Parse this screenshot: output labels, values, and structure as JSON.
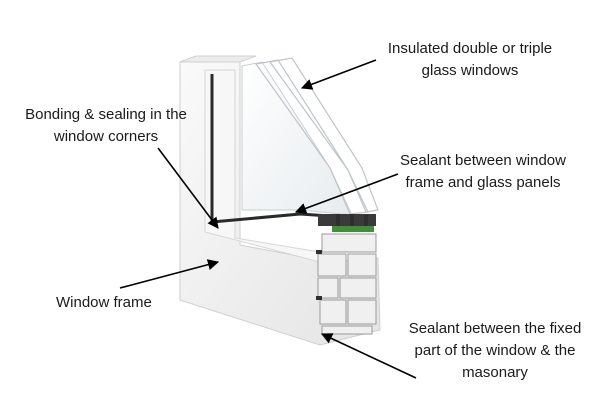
{
  "callouts": {
    "glass": [
      "Insulated double or triple",
      "glass windows"
    ],
    "bonding": [
      "Bonding & sealing in the",
      "window corners"
    ],
    "sealant_window": [
      "Sealant between window",
      "frame and glass panels"
    ],
    "frame": [
      "Window frame"
    ],
    "sealant_masonry": [
      "Sealant between the fixed",
      "part of the window & the",
      "masonary"
    ]
  },
  "colors": {
    "frame_white": "#f2f2f2",
    "frame_shadow": "#d9d9d9",
    "glass_tint": "#e8eef0",
    "gasket": "#2a2a2a",
    "seal_green": "#3f8f3a",
    "arrow": "#000000",
    "text": "#1a1a1a"
  }
}
